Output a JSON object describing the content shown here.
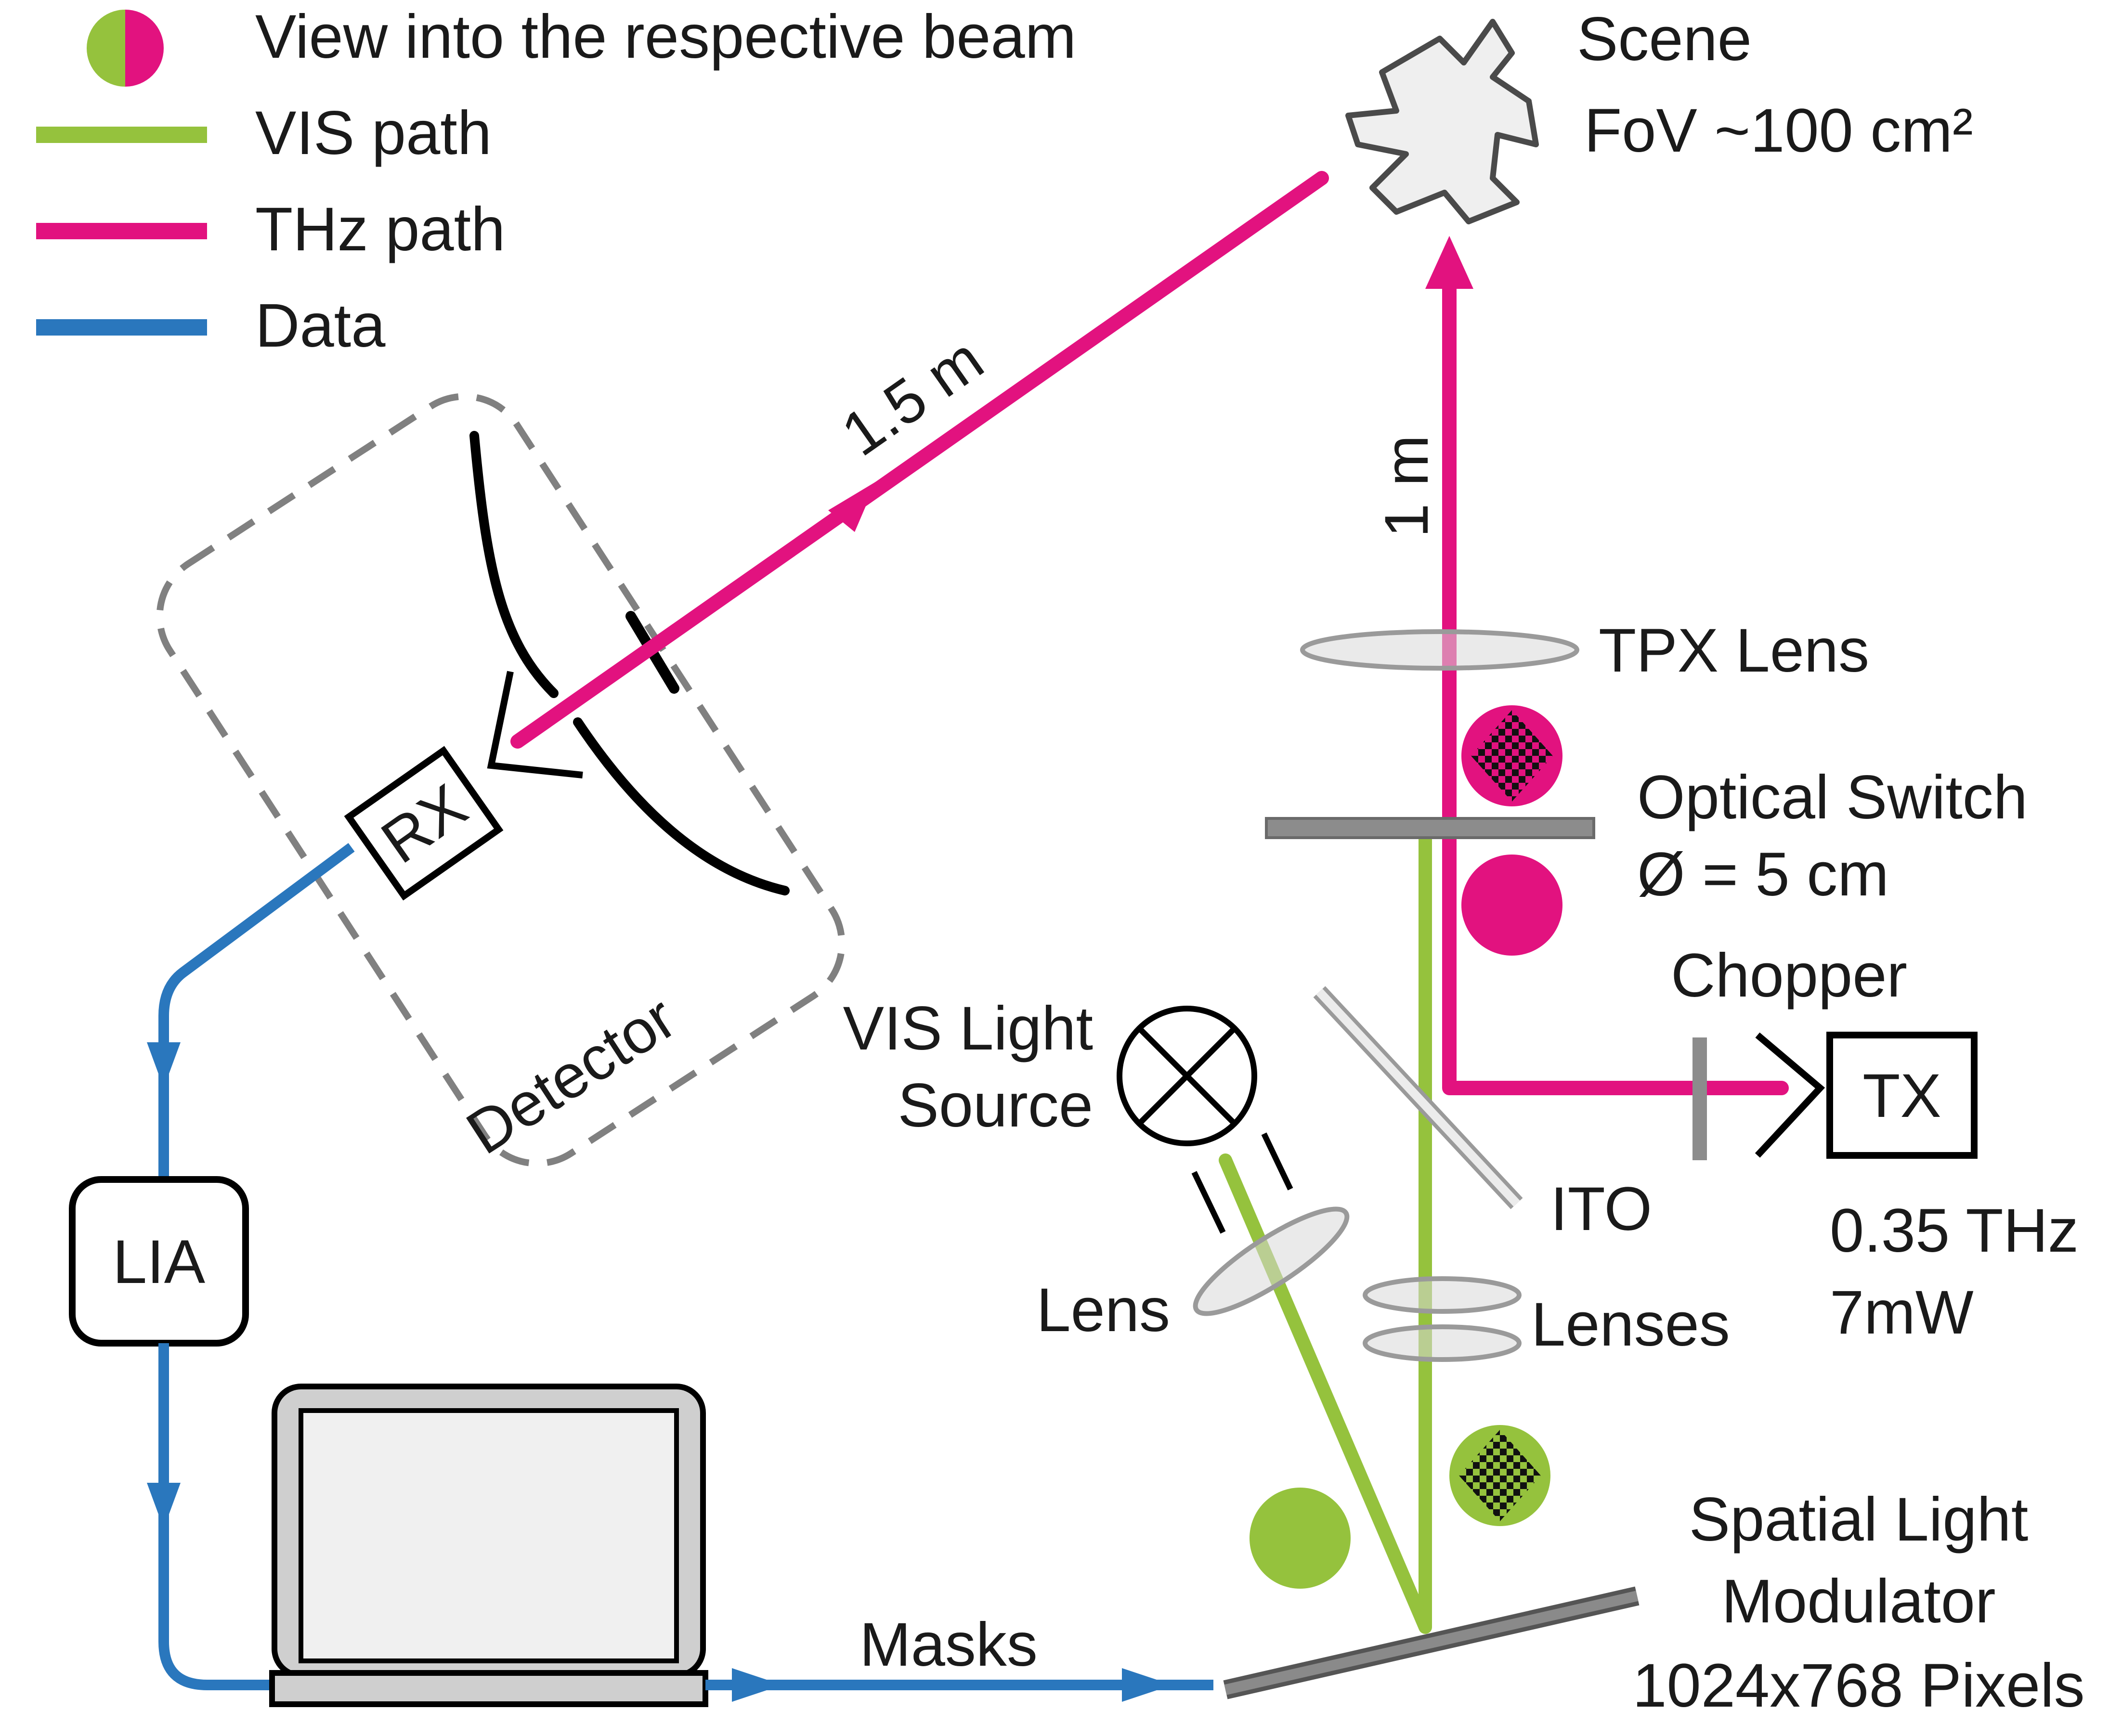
{
  "legend": {
    "view_label": "View into the respective beam",
    "vis_label": "VIS path",
    "thz_label": "THz path",
    "data_label": "Data"
  },
  "labels": {
    "scene": "Scene",
    "fov": "FoV ~100 cm²",
    "distance_scene_rx": "1.5 m",
    "distance_vertical": "1 m",
    "tpx_lens": "TPX Lens",
    "optical_switch": "Optical Switch",
    "optical_switch_diameter": "Ø = 5 cm",
    "chopper": "Chopper",
    "tx": "TX",
    "tx_frequency": "0.35 THz",
    "tx_power": "7mW",
    "ito": "ITO",
    "vis_light_line1": "VIS Light",
    "vis_light_line2": "Source",
    "lens": "Lens",
    "lenses": "Lenses",
    "slm_line1": "Spatial Light",
    "slm_line2": "Modulator",
    "slm_line3": "1024x768 Pixels",
    "masks": "Masks",
    "lia": "LIA",
    "rx": "RX",
    "detector": "Detector"
  },
  "colors": {
    "vis": "#95c23d",
    "thz": "#e2127f",
    "data": "#2a77bd",
    "dashed_box": "#808080",
    "optic_gray": "#8c8c8c"
  }
}
